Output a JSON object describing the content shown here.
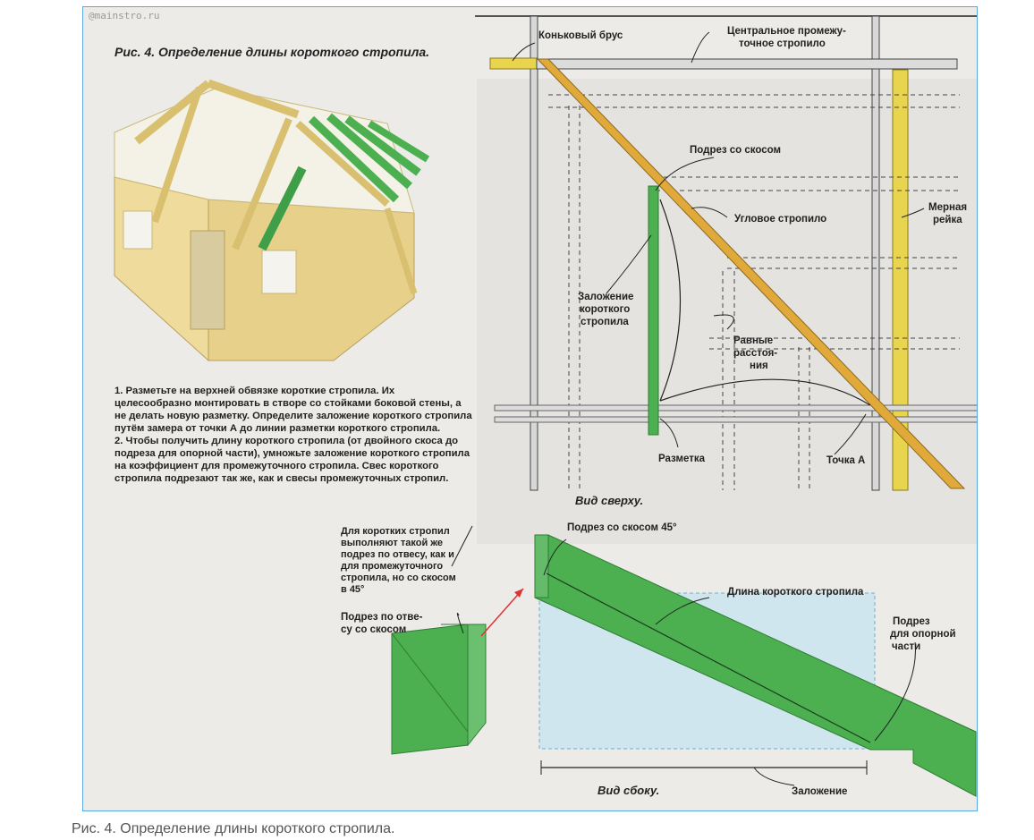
{
  "watermark": "@mainstro.ru",
  "figure": {
    "title": "Рис. 4. Определение длины короткого стропила.",
    "steps": [
      "1. Разметьте на верхней обвязке короткие стропила. Их целесообразно монтировать в створе со стойками боковой стены, а не делать новую разметку. Определите заложение короткого стропила путём замера от точки А до линии разметки короткого стропила.",
      "2. Чтобы получить длину короткого стропила (от двойного скоса до подреза для опорной части), умножьте заложение короткого стропила на коэффициент для промежуточного стропила. Свес короткого стропила подрезают так же, как и свесы промежуточных стропил."
    ],
    "note": "Для коротких стропил выполняют такой же подрез по отвесу, как и для промежуточного стропила, но со скосом в 45°",
    "top_view": {
      "view_label": "Вид сверху.",
      "label_ridge": "Коньковый брус",
      "label_central_1": "Центральное промежу-",
      "label_central_2": "точное стропило",
      "label_bevel_cut": "Подрез со скосом",
      "label_hip_rafter": "Угловое стропило",
      "label_rod_1": "Мерная",
      "label_rod_2": "рейка",
      "label_run_1": "Заложение",
      "label_run_2": "короткого",
      "label_run_3": "стропила",
      "label_equal_1": "Равные",
      "label_equal_2": "расстоя-",
      "label_equal_3": "ния",
      "label_marking": "Разметка",
      "label_point_a": "Точка А"
    },
    "side_view": {
      "view_label": "Вид сбоку.",
      "label_bevel45": "Подрез со скосом 45°",
      "label_length": "Длина короткого стропила",
      "label_support_1": "Подрез",
      "label_support_2": "для опорной",
      "label_support_3": "части",
      "label_run": "Заложение"
    },
    "detail": {
      "label_1": "Подрез по отве-",
      "label_2": "су со скосом"
    }
  },
  "caption": "Рис. 4. Определение длины короткого стропила.",
  "colors": {
    "frame_border": "#5aa8e0",
    "rafter_green": "#4caf50",
    "rafter_yellow": "#e8d44d",
    "hip_orange": "#e0a93a",
    "house_wall": "#e9d79a",
    "side_blue": "#cfe6ee"
  }
}
